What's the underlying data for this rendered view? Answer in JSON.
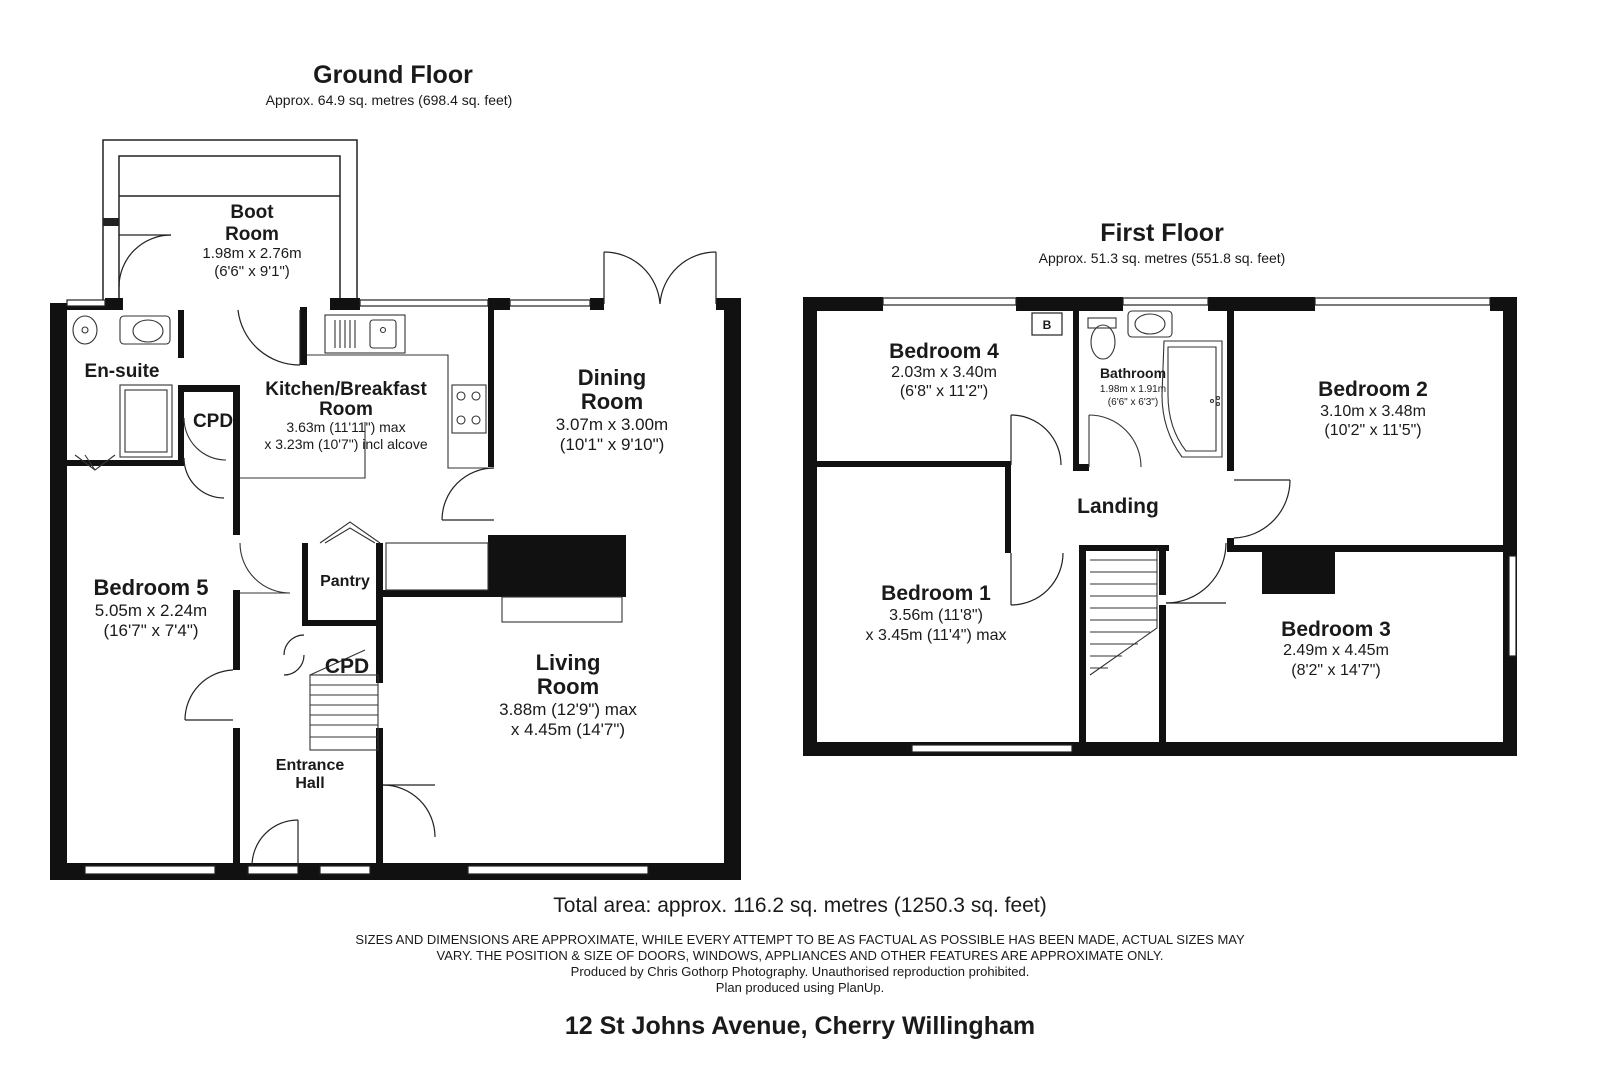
{
  "ground_floor": {
    "title": "Ground Floor",
    "area": "Approx. 64.9 sq. metres (698.4 sq. feet)",
    "rooms": {
      "boot_room": {
        "name1": "Boot",
        "name2": "Room",
        "dim1": "1.98m x 2.76m",
        "dim2": "(6'6\" x 9'1\")"
      },
      "en_suite": {
        "name": "En-suite"
      },
      "cpd_upper": {
        "name": "CPD"
      },
      "kitchen": {
        "name1": "Kitchen/Breakfast",
        "name2": "Room",
        "dim1": "3.63m (11'11\") max",
        "dim2": "x 3.23m (10'7\") incl alcove"
      },
      "dining": {
        "name1": "Dining",
        "name2": "Room",
        "dim1": "3.07m x 3.00m",
        "dim2": "(10'1\" x 9'10\")"
      },
      "bedroom5": {
        "name": "Bedroom 5",
        "dim1": "5.05m x 2.24m",
        "dim2": "(16'7\" x 7'4\")"
      },
      "pantry": {
        "name": "Pantry"
      },
      "cpd_lower": {
        "name": "CPD"
      },
      "living": {
        "name1": "Living",
        "name2": "Room",
        "dim1": "3.88m (12'9\") max",
        "dim2": "x 4.45m (14'7\")"
      },
      "entrance": {
        "name1": "Entrance",
        "name2": "Hall"
      }
    }
  },
  "first_floor": {
    "title": "First Floor",
    "area": "Approx. 51.3 sq. metres (551.8 sq. feet)",
    "rooms": {
      "bedroom4": {
        "name": "Bedroom 4",
        "dim1": "2.03m x 3.40m",
        "dim2": "(6'8\" x 11'2\")"
      },
      "boiler": {
        "name": "B"
      },
      "bathroom": {
        "name": "Bathroom",
        "dim1": "1.98m x 1.91m",
        "dim2": "(6'6\" x 6'3\")"
      },
      "bedroom2": {
        "name": "Bedroom 2",
        "dim1": "3.10m x 3.48m",
        "dim2": "(10'2\" x 11'5\")"
      },
      "landing": {
        "name": "Landing"
      },
      "bedroom1": {
        "name": "Bedroom 1",
        "dim1": "3.56m (11'8\")",
        "dim2": "x 3.45m (11'4\") max"
      },
      "bedroom3": {
        "name": "Bedroom 3",
        "dim1": "2.49m x 4.45m",
        "dim2": "(8'2\" x 14'7\")"
      }
    }
  },
  "total_area": "Total area: approx. 116.2 sq. metres (1250.3 sq. feet)",
  "disclaimer": {
    "line1": "SIZES AND DIMENSIONS ARE APPROXIMATE, WHILE EVERY ATTEMPT TO BE AS FACTUAL AS POSSIBLE HAS BEEN MADE, ACTUAL SIZES MAY",
    "line2": "VARY. THE POSITION & SIZE OF DOORS, WINDOWS, APPLIANCES AND OTHER FEATURES ARE APPROXIMATE ONLY.",
    "line3": "Produced by Chris Gothorp Photography. Unauthorised reproduction prohibited.",
    "line4": "Plan produced using PlanUp."
  },
  "address": "12 St Johns Avenue, Cherry Willingham"
}
